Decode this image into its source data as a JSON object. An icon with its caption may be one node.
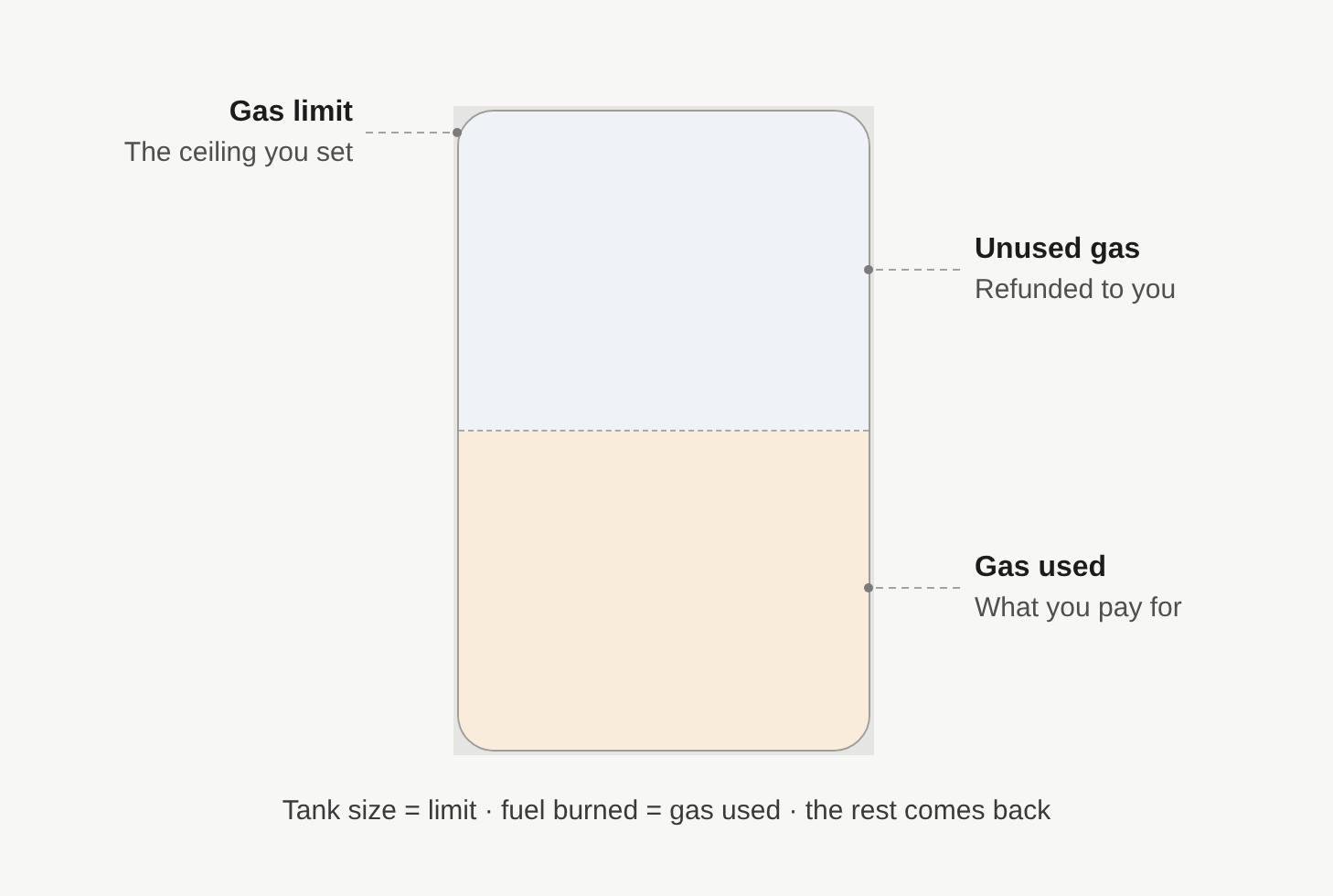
{
  "diagram": {
    "caption": "Tank size = limit · fuel burned = gas used · the rest comes back",
    "nodes": [
      {
        "text": [],
        "shape": "box"
      },
      {
        "text": [],
        "shape": "box",
        "in": 0
      },
      {
        "text": [],
        "shape": "box",
        "in": 0
      },
      {
        "text": [
          "Gas limit",
          "The ceiling you set"
        ]
      },
      {
        "text": [
          "Unused gas",
          "Refunded to you"
        ]
      },
      {
        "text": [
          "Gas used",
          "What you pay for"
        ]
      }
    ],
    "edges": [
      {
        "from": 3,
        "to": 0,
        "arrow": "other",
        "style": "dashed"
      },
      {
        "from": 4,
        "to": 1,
        "arrow": "other",
        "style": "dashed"
      },
      {
        "from": 5,
        "to": 2,
        "arrow": "other",
        "style": "dashed"
      }
    ]
  }
}
